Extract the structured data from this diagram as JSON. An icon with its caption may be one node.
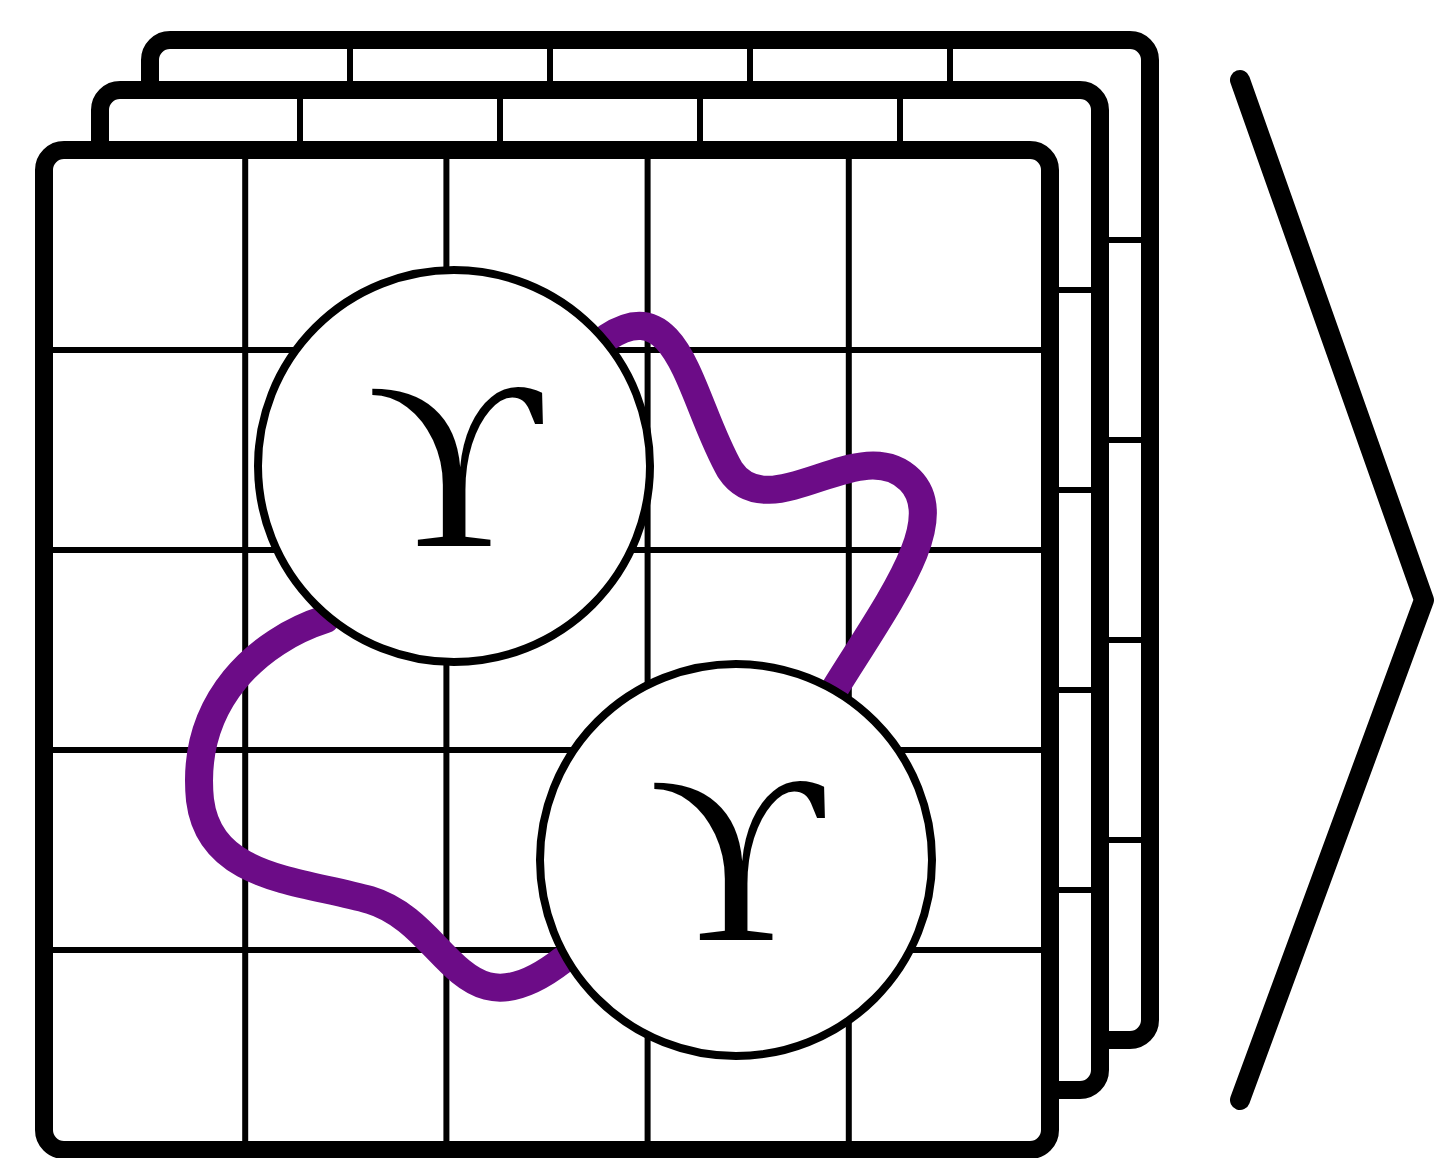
{
  "diagram": {
    "nodes": [
      {
        "text": [
          "ϒ"
        ]
      },
      {
        "text": [
          "ϒ"
        ]
      }
    ],
    "edges": [
      {
        "from": 0,
        "to": 1,
        "arrow": "none",
        "color": "#6c0c87"
      },
      {
        "from": 0,
        "to": 1,
        "arrow": "none",
        "color": "#6c0c87"
      }
    ]
  }
}
